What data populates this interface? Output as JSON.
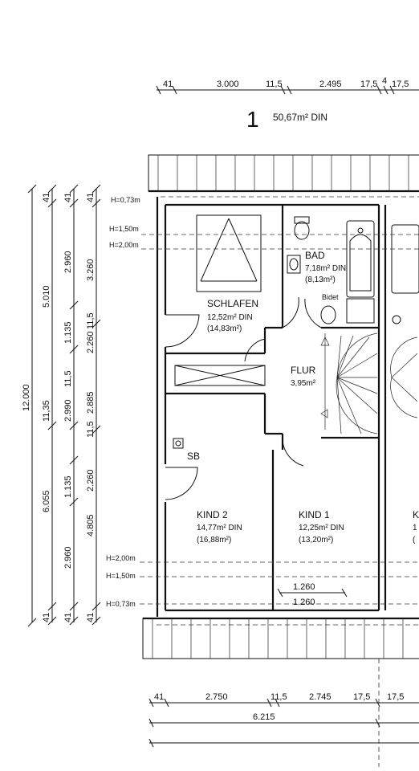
{
  "unit": {
    "number": "1",
    "area": "50,67m² DIN"
  },
  "rooms": {
    "schlafen": {
      "name": "SCHLAFEN",
      "area_din": "12,52m² DIN",
      "area_total": "(14,83m²)"
    },
    "bad": {
      "name": "BAD",
      "area_din": "7,18m² DIN",
      "area_total": "(8,13m²)",
      "fixture": "Bidet"
    },
    "flur": {
      "name": "FLUR",
      "area": "3,95m²"
    },
    "kind2": {
      "name": "KIND 2",
      "area_din": "14,77m² DIN",
      "area_total": "(16,88m²)"
    },
    "kind1": {
      "name": "KIND 1",
      "area_din": "12,25m² DIN",
      "area_total": "(13,20m²)"
    },
    "sb": "SB",
    "partial_room": {
      "letter": "K",
      "digit": "1",
      "paren": "("
    }
  },
  "height_notes": {
    "top": [
      "H=0,73m",
      "H=1,50m",
      "H=2,00m"
    ],
    "bottom": [
      "H=2,00m",
      "H=1,50m",
      "H=0,73m"
    ]
  },
  "dimensions": {
    "top": [
      "41",
      "3.000",
      "11,5",
      "2.495",
      "17,5",
      "4",
      "17,5"
    ],
    "bottom_row1": [
      "41",
      "2.750",
      "11,5",
      "2.745",
      "17,5",
      "17,5"
    ],
    "bottom_row2": "6.215",
    "interior": [
      "1.260",
      "1.260"
    ],
    "left_col1": "12.000",
    "left_col2": [
      "6.055",
      "11,35",
      "5.010",
      "41",
      "41"
    ],
    "left_col3": [
      "2.960",
      "1.135",
      "11,5",
      "2.990",
      "1.135",
      "2.960",
      "41",
      "41"
    ],
    "left_col4": [
      "3.260",
      "11,5",
      "2.260",
      "2.885",
      "11,5",
      "2.260",
      "4.805",
      "41",
      "41"
    ]
  }
}
